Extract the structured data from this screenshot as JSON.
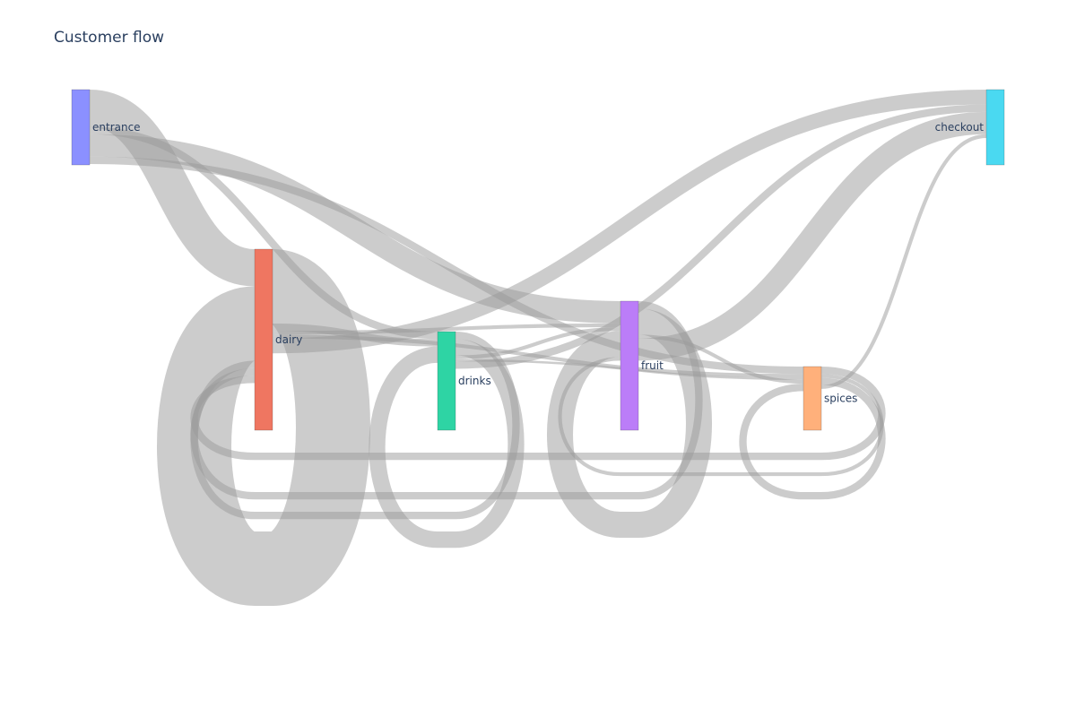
{
  "title": "Customer flow",
  "link_color": "#999999",
  "nodes": [
    {
      "id": "entrance",
      "label": "entrance",
      "color": "#8B90FF",
      "label_side": "right"
    },
    {
      "id": "dairy",
      "label": "dairy",
      "color": "#EF7661",
      "label_side": "right"
    },
    {
      "id": "drinks",
      "label": "drinks",
      "color": "#2ED4A4",
      "label_side": "right"
    },
    {
      "id": "fruit",
      "label": "fruit",
      "color": "#BB7DF8",
      "label_side": "right"
    },
    {
      "id": "spices",
      "label": "spices",
      "color": "#FFB07B",
      "label_side": "right"
    },
    {
      "id": "checkout",
      "label": "checkout",
      "color": "#4AD9F1",
      "label_side": "left"
    }
  ],
  "chart_data": {
    "type": "sankey",
    "title": "Customer flow",
    "nodes": [
      "entrance",
      "dairy",
      "drinks",
      "fruit",
      "spices",
      "checkout"
    ],
    "links": [
      {
        "source": "entrance",
        "target": "dairy",
        "value": 5
      },
      {
        "source": "entrance",
        "target": "drinks",
        "value": 1
      },
      {
        "source": "entrance",
        "target": "fruit",
        "value": 3
      },
      {
        "source": "entrance",
        "target": "spices",
        "value": 1
      },
      {
        "source": "dairy",
        "target": "dairy",
        "value": 10
      },
      {
        "source": "dairy",
        "target": "drinks",
        "value": 1
      },
      {
        "source": "dairy",
        "target": "fruit",
        "value": 0.5
      },
      {
        "source": "dairy",
        "target": "spices",
        "value": 0.5
      },
      {
        "source": "dairy",
        "target": "checkout",
        "value": 2
      },
      {
        "source": "drinks",
        "target": "dairy",
        "value": 1
      },
      {
        "source": "drinks",
        "target": "drinks",
        "value": 2.2
      },
      {
        "source": "drinks",
        "target": "fruit",
        "value": 0.5
      },
      {
        "source": "drinks",
        "target": "spices",
        "value": 0.3
      },
      {
        "source": "drinks",
        "target": "checkout",
        "value": 1
      },
      {
        "source": "fruit",
        "target": "dairy",
        "value": 1
      },
      {
        "source": "fruit",
        "target": "fruit",
        "value": 3.5
      },
      {
        "source": "fruit",
        "target": "spices",
        "value": 0.5
      },
      {
        "source": "fruit",
        "target": "checkout",
        "value": 3
      },
      {
        "source": "spices",
        "target": "dairy",
        "value": 1
      },
      {
        "source": "spices",
        "target": "fruit",
        "value": 0.5
      },
      {
        "source": "spices",
        "target": "spices",
        "value": 1
      },
      {
        "source": "spices",
        "target": "checkout",
        "value": 0.5
      }
    ]
  }
}
